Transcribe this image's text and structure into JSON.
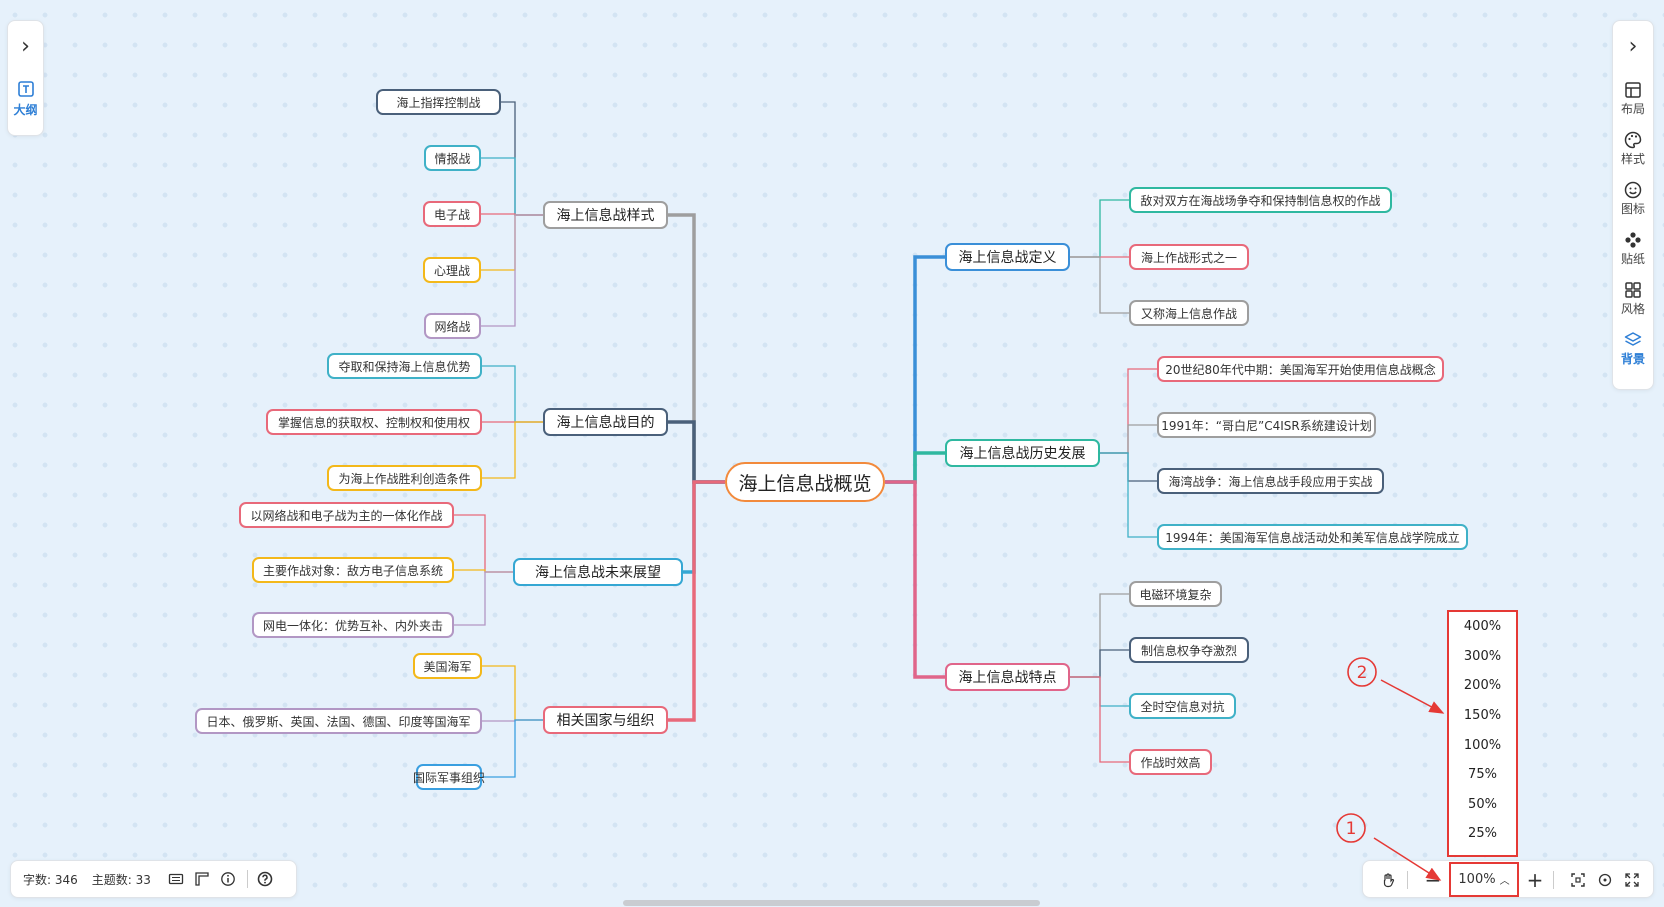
{
  "root": "海上信息战概览",
  "left_branches": [
    {
      "label": "海上信息战样式",
      "color": "#9e9e9e",
      "children": [
        {
          "label": "海上指挥控制战",
          "color": "#4a607a"
        },
        {
          "label": "情报战",
          "color": "#3fb1c7"
        },
        {
          "label": "电子战",
          "color": "#e8697a"
        },
        {
          "label": "心理战",
          "color": "#f3b81a"
        },
        {
          "label": "网络战",
          "color": "#b297c4"
        }
      ]
    },
    {
      "label": "海上信息战目的",
      "color": "#4a607a",
      "children": [
        {
          "label": "夺取和保持海上信息优势",
          "color": "#3fb1c7"
        },
        {
          "label": "掌握信息的获取权、控制权和使用权",
          "color": "#e8697a"
        },
        {
          "label": "为海上作战胜利创造条件",
          "color": "#f3b81a"
        }
      ]
    },
    {
      "label": "海上信息战未来展望",
      "color": "#35a7d3",
      "children": [
        {
          "label": "以网络战和电子战为主的一体化作战",
          "color": "#e8697a"
        },
        {
          "label": "主要作战对象：敌方电子信息系统",
          "color": "#f3b81a"
        },
        {
          "label": "网电一体化：优势互补、内外夹击",
          "color": "#b297c4"
        }
      ]
    },
    {
      "label": "相关国家与组织",
      "color": "#e8697a",
      "children": [
        {
          "label": "美国海军",
          "color": "#f3b81a"
        },
        {
          "label": "日本、俄罗斯、英国、法国、德国、印度等国海军",
          "color": "#b297c4"
        },
        {
          "label": "国际军事组织",
          "color": "#3a9fe0"
        }
      ]
    }
  ],
  "right_branches": [
    {
      "label": "海上信息战定义",
      "color": "#3a8fd8",
      "children": [
        {
          "label": "敌对双方在海战场争夺和保持制信息权的作战",
          "color": "#2fb8a0"
        },
        {
          "label": "海上作战形式之一",
          "color": "#e8697a"
        },
        {
          "label": "又称海上信息作战",
          "color": "#9e9e9e"
        }
      ]
    },
    {
      "label": "海上信息战历史发展",
      "color": "#2fb8a0",
      "children": [
        {
          "label": "20世纪80年代中期：美国海军开始使用信息战概念",
          "color": "#e8697a"
        },
        {
          "label": "1991年：“哥白尼”C4ISR系统建设计划",
          "color": "#9e9e9e"
        },
        {
          "label": "海湾战争：海上信息战手段应用于实战",
          "color": "#4a607a"
        },
        {
          "label": "1994年：美国海军信息战活动处和美军信息战学院成立",
          "color": "#3fb1c7"
        }
      ]
    },
    {
      "label": "海上信息战特点",
      "color": "#e0658a",
      "children": [
        {
          "label": "电磁环境复杂",
          "color": "#9e9e9e"
        },
        {
          "label": "制信息权争夺激烈",
          "color": "#4a607a"
        },
        {
          "label": "全时空信息对抗",
          "color": "#3fb1c7"
        },
        {
          "label": "作战时效高",
          "color": "#e8697a"
        }
      ]
    }
  ],
  "left_panel": {
    "outline_label": "大纲"
  },
  "right_panel": {
    "items": [
      "布局",
      "样式",
      "图标",
      "贴纸",
      "风格",
      "背景"
    ]
  },
  "status": {
    "word_count": "字数: 346",
    "topic_count": "主题数: 33"
  },
  "zoom": {
    "current": "100%",
    "options": [
      "400%",
      "300%",
      "200%",
      "150%",
      "100%",
      "75%",
      "50%",
      "25%"
    ]
  },
  "annotations": [
    "1",
    "2"
  ],
  "colors": {
    "accent": "#3a8fd8",
    "annotation": "#e53935"
  }
}
